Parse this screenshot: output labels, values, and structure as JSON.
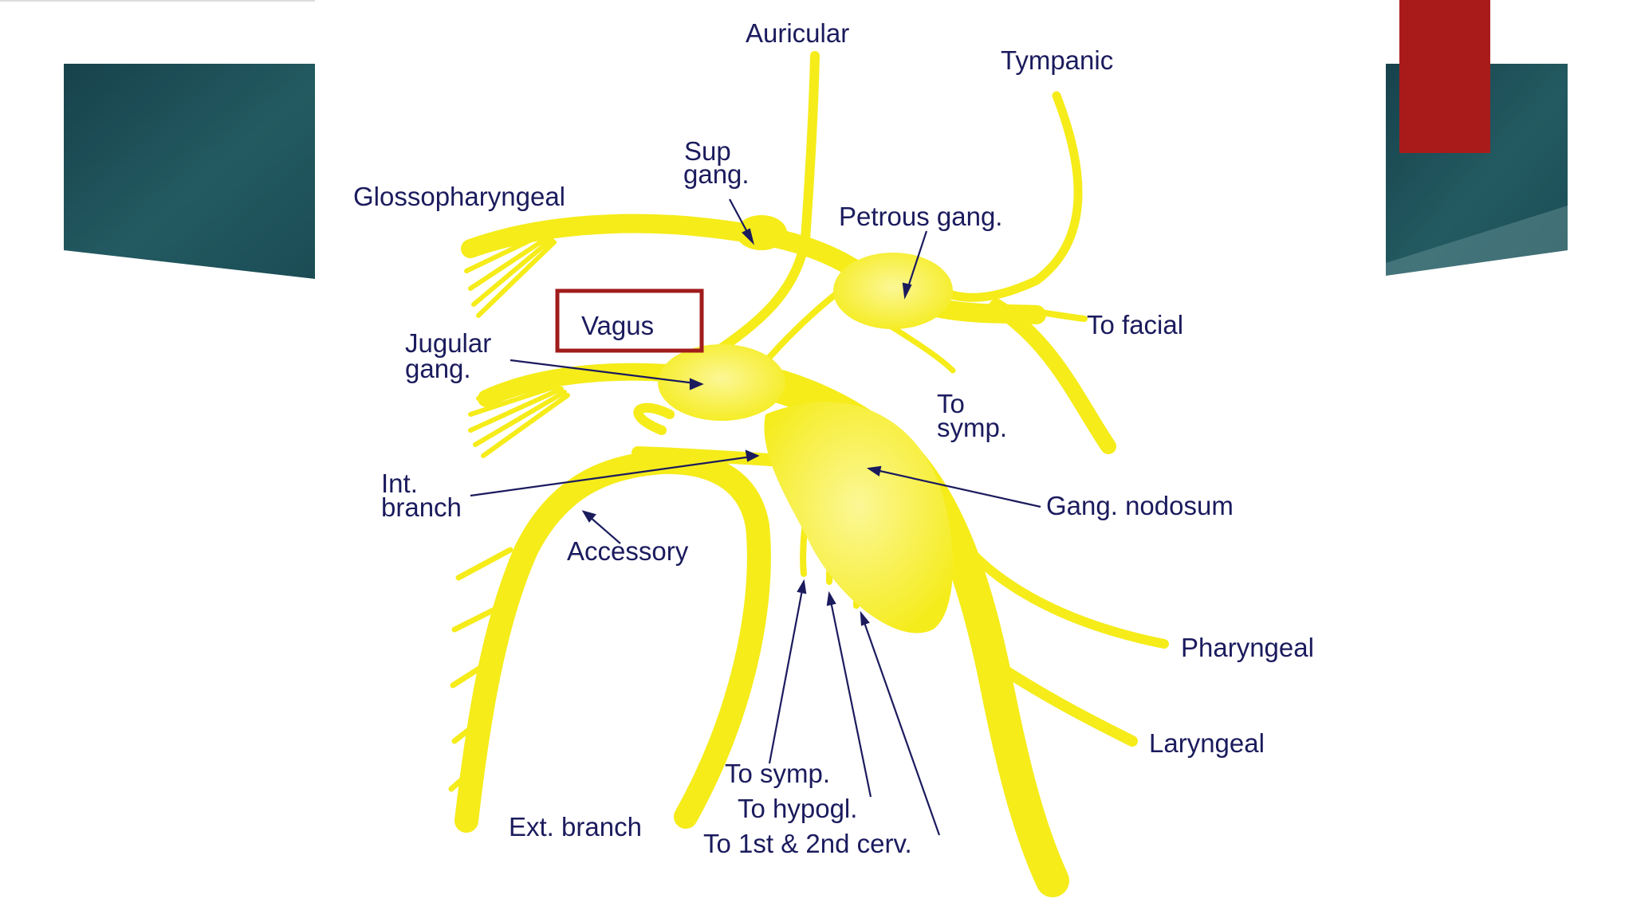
{
  "labels": {
    "auricular": "Auricular",
    "tympanic": "Tympanic",
    "sup_gang_1": "Sup",
    "sup_gang_2": "gang.",
    "glossopharyngeal": "Glossopharyngeal",
    "petrous_gang": "Petrous gang.",
    "vagus": "Vagus",
    "to_facial": "To facial",
    "jugular_1": "Jugular",
    "jugular_2": "gang.",
    "to_symp_upper_1": "To",
    "to_symp_upper_2": "symp.",
    "int_branch_1": "Int.",
    "int_branch_2": "branch",
    "gang_nodosum": "Gang. nodosum",
    "accessory": "Accessory",
    "pharyngeal": "Pharyngeal",
    "laryngeal": "Laryngeal",
    "to_symp_lower": "To symp.",
    "to_hypogl": "To hypogl.",
    "to_cerv": "To 1st & 2nd cerv.",
    "ext_branch": "Ext. branch"
  },
  "colors": {
    "teal_dark": "#17424c",
    "teal_mid": "#245a60",
    "accent_red": "#a91b1b",
    "nerve_yellow": "#f7ef1a",
    "nerve_fill_light": "#fbf56e",
    "label_navy": "#1b1b5e",
    "highlight_box": "#a01c1c"
  }
}
